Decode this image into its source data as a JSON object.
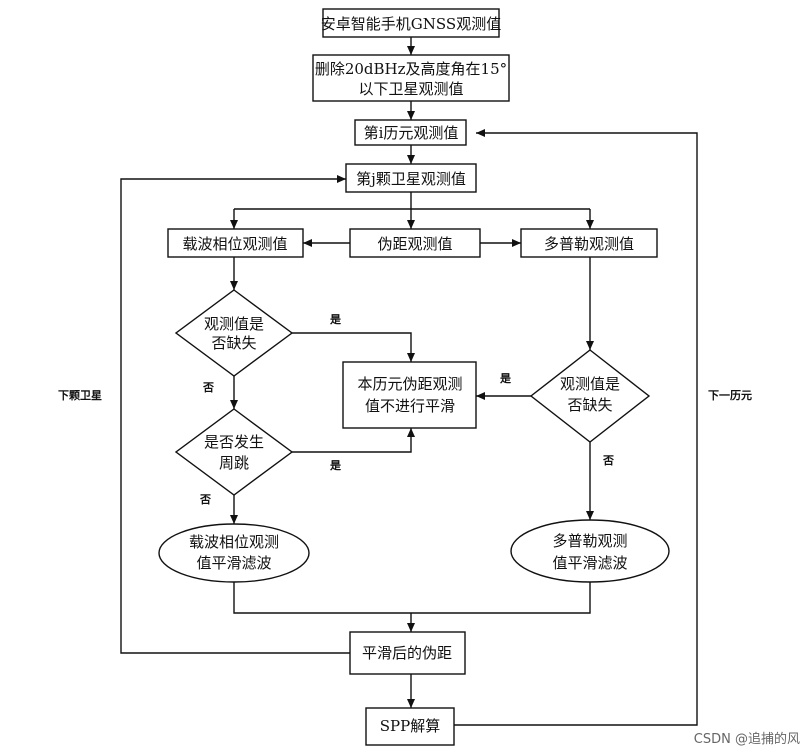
{
  "nodes": {
    "input": "安卓智能手机GNSS观测值",
    "filter_line1": "删除20dBHz及高度角在15°",
    "filter_line2": "以下卫星观测值",
    "epoch": "第i历元观测值",
    "satellite": "第j颗卫星观测值",
    "carrier": "载波相位观测值",
    "pseudorange": "伪距观测值",
    "doppler": "多普勒观测值",
    "missing_left_line1": "观测值是",
    "missing_left_line2": "否缺失",
    "cycleslip_line1": "是否发生",
    "cycleslip_line2": "周跳",
    "nosmooth_line1": "本历元伪距观测",
    "nosmooth_line2": "值不进行平滑",
    "missing_right_line1": "观测值是",
    "missing_right_line2": "否缺失",
    "carrier_filter_line1": "载波相位观测",
    "carrier_filter_line2": "值平滑滤波",
    "doppler_filter_line1": "多普勒观测",
    "doppler_filter_line2": "值平滑滤波",
    "smoothed": "平滑后的伪距",
    "spp": "SPP解算"
  },
  "labels": {
    "yes1": "是",
    "no1": "否",
    "yes2": "是",
    "no2": "否",
    "yes3": "是",
    "no3": "否",
    "next_satellite": "下颗卫星",
    "next_epoch": "下一历元"
  },
  "watermark": "CSDN @追捕的风"
}
